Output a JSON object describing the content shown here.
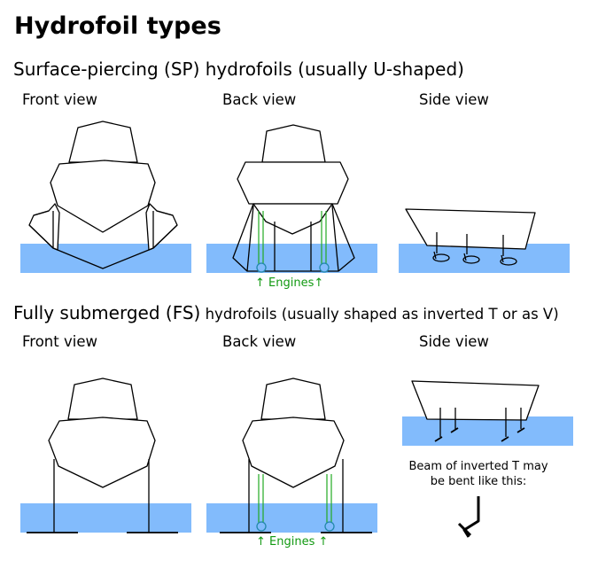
{
  "title": "Hydrofoil types",
  "surface_piercing": {
    "heading": "Surface-piercing (SP) hydrofoils (usually U-shaped)",
    "views": [
      "Front view",
      "Back view",
      "Side view"
    ],
    "engines_label": "↑ Engines↑"
  },
  "fully_submerged": {
    "heading_main": "Fully submerged (FS)",
    "heading_sub": " hydrofoils (usually shaped as inverted T or as V)",
    "views": [
      "Front view",
      "Back view",
      "Side view"
    ],
    "engines_label": "↑  Engines ↑",
    "beam_note": "Beam of inverted T may be bent like this:"
  },
  "colors": {
    "water": "#82bbfc",
    "engine_shaft": "#22aa22",
    "propeller": "#2288aa",
    "outline": "#000000",
    "engine_text": "#119911"
  }
}
